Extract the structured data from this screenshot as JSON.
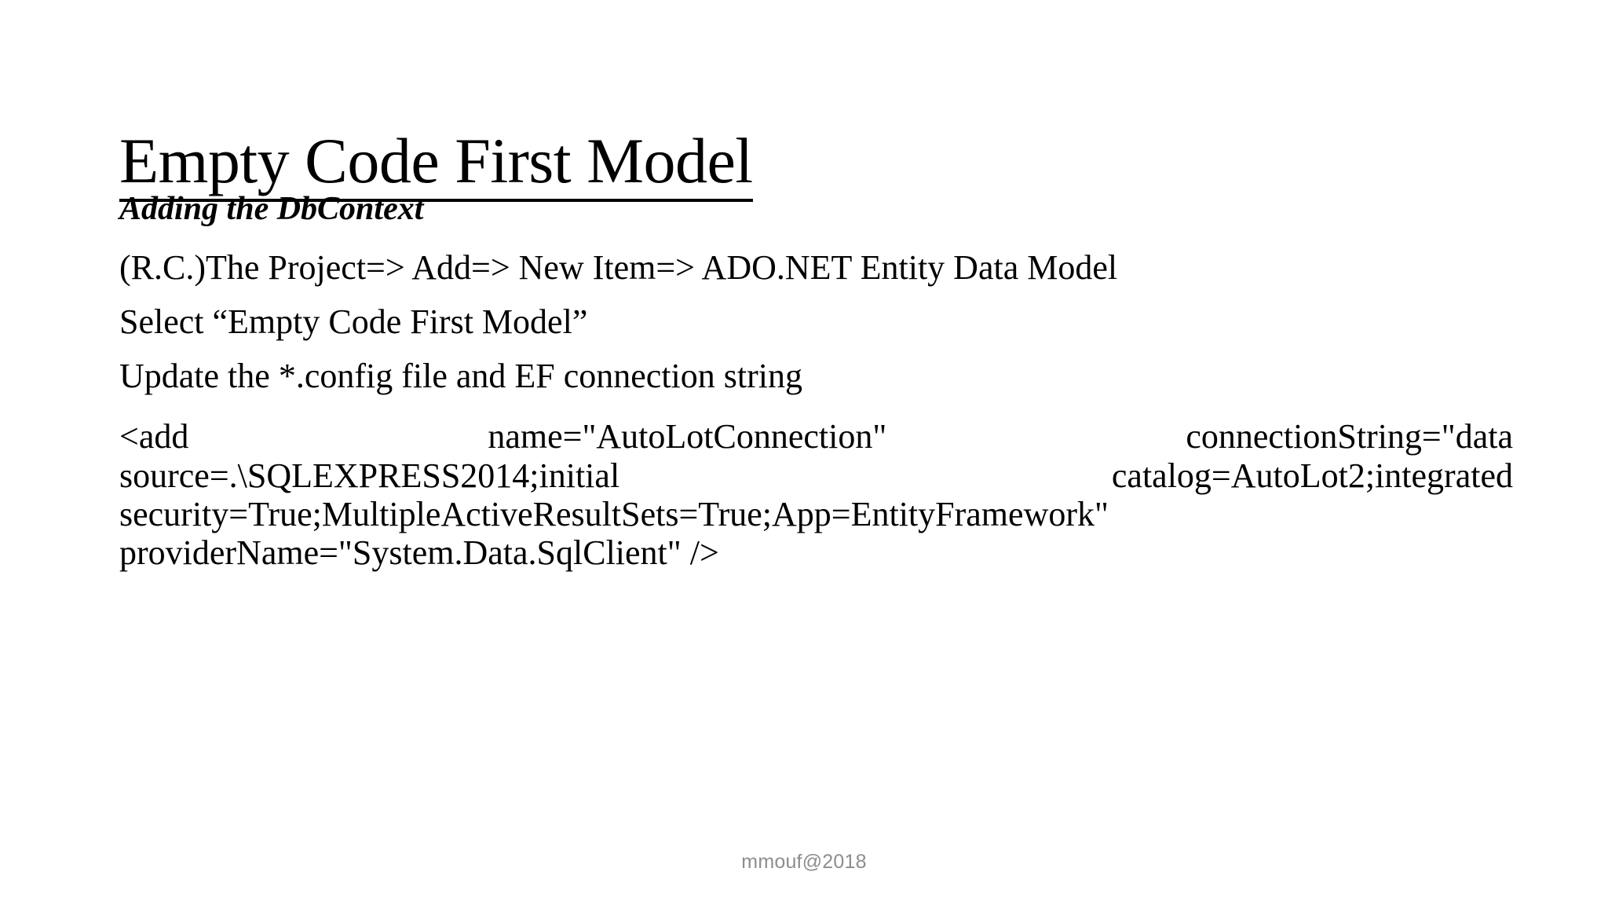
{
  "slide": {
    "title": "Empty Code First Model",
    "subhead": "Adding the DbContext",
    "lines": [
      "(R.C.)The Project=> Add=> New Item=> ADO.NET Entity Data Model",
      "Select “Empty Code First Model”",
      "Update the *.config file and EF connection string"
    ],
    "code_block": {
      "full_text": "<add name=\"AutoLotConnection\" connectionString=\"data source=.\\SQLEXPRESS2014;initial catalog=AutoLot2;integrated security=True;MultipleActiveResultSets=True;App=EntityFramework\" providerName=\"System.Data.SqlClient\" />",
      "wrapped_lines": [
        "<add name=\"AutoLotConnection\" connectionString=\"data",
        "source=.\\SQLEXPRESS2014;initial catalog=AutoLot2;integrated",
        "security=True;MultipleActiveResultSets=True;App=EntityFramework\"",
        "providerName=\"System.Data.SqlClient\" />"
      ]
    },
    "footer": "mmouf@2018",
    "colors": {
      "background": "#ffffff",
      "text": "#000000",
      "footer_text": "#8d8d8d",
      "title_rule": "#000000"
    }
  }
}
